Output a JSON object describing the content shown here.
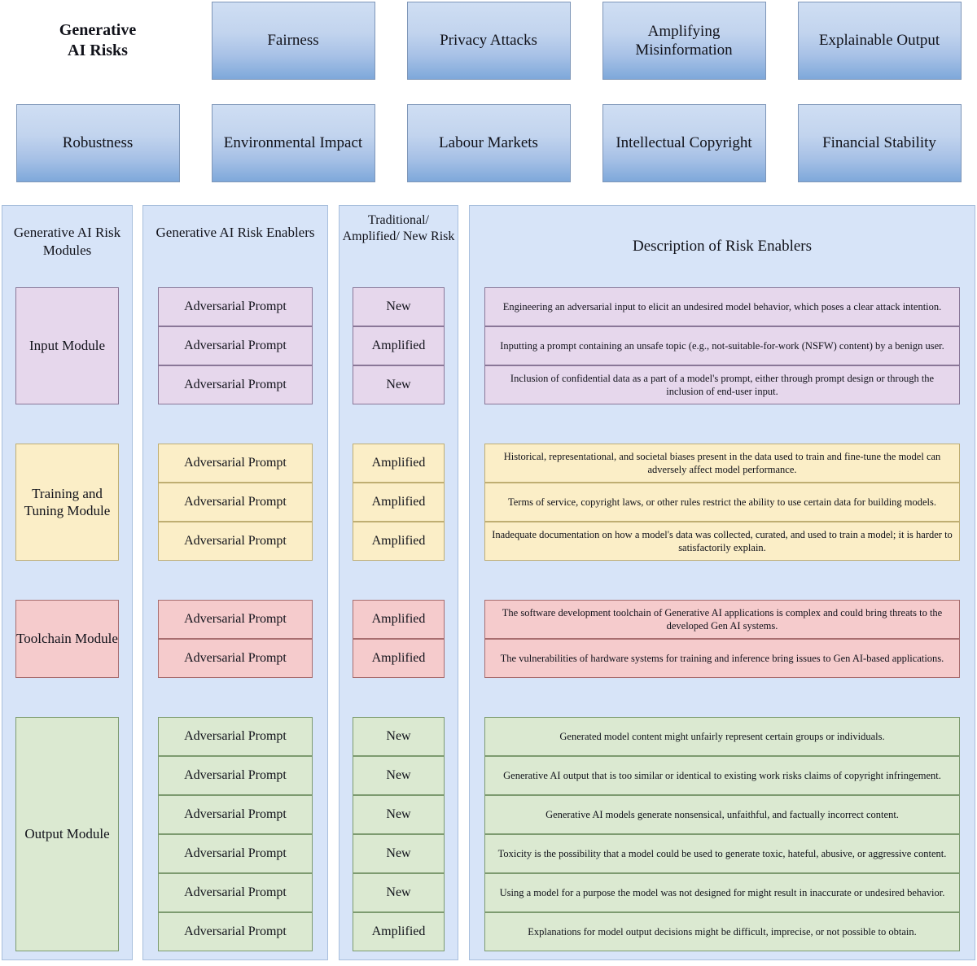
{
  "top": {
    "title": "Generative\nAI Risks",
    "title_lines": [
      "Generative",
      "AI Risks"
    ],
    "risks_row1": [
      "Fairness",
      "Privacy Attacks",
      "Amplifying Misinformation",
      "Explainable Output"
    ],
    "risks_row2": [
      "Robustness",
      "Environmental Impact",
      "Labour Markets",
      "Intellectual Copyright",
      "Financial Stability"
    ]
  },
  "matrix": {
    "headers": {
      "modules": "Generative AI Risk Modules",
      "enablers": "Generative AI Risk Enablers",
      "risk_type": "Traditional/ Amplified/ New Risk",
      "descriptions": "Description of Risk Enablers"
    },
    "groups": [
      {
        "module": "Input Module",
        "color_key": "input",
        "rows": [
          {
            "enabler": "Adversarial Prompt",
            "risk_type": "New",
            "description": "Engineering an adversarial input to elicit an undesired model behavior, which poses a clear attack intention."
          },
          {
            "enabler": "Adversarial Prompt",
            "risk_type": "Amplified",
            "description": "Inputting a prompt containing an unsafe topic (e.g., not-suitable-for-work (NSFW) content) by a benign user."
          },
          {
            "enabler": "Adversarial Prompt",
            "risk_type": "New",
            "description": "Inclusion of confidential data as a part of a model's prompt, either through prompt design or through the inclusion of end-user input."
          }
        ]
      },
      {
        "module": "Training and Tuning Module",
        "color_key": "train",
        "rows": [
          {
            "enabler": "Adversarial Prompt",
            "risk_type": "Amplified",
            "description": "Historical, representational, and societal biases present in the data used to train and fine-tune the model can adversely affect model performance."
          },
          {
            "enabler": "Adversarial Prompt",
            "risk_type": "Amplified",
            "description": "Terms of service, copyright laws, or other rules restrict the ability to use certain data for building models."
          },
          {
            "enabler": "Adversarial Prompt",
            "risk_type": "Amplified",
            "description": "Inadequate documentation on how a model's data was collected, curated, and used to train a model; it is harder to satisfactorily explain."
          }
        ]
      },
      {
        "module": "Toolchain Module",
        "color_key": "tool",
        "rows": [
          {
            "enabler": "Adversarial Prompt",
            "risk_type": "Amplified",
            "description": "The software development toolchain of Generative AI applications is complex and could bring threats to the developed Gen AI systems."
          },
          {
            "enabler": "Adversarial Prompt",
            "risk_type": "Amplified",
            "description": "The vulnerabilities of hardware systems for training and inference bring issues to Gen AI-based applications."
          }
        ]
      },
      {
        "module": "Output Module",
        "color_key": "output",
        "rows": [
          {
            "enabler": "Adversarial Prompt",
            "risk_type": "New",
            "description": "Generated model content might unfairly represent certain groups or individuals."
          },
          {
            "enabler": "Adversarial Prompt",
            "risk_type": "New",
            "description": "Generative AI output that is too similar or identical to existing work risks claims of copyright infringement."
          },
          {
            "enabler": "Adversarial Prompt",
            "risk_type": "New",
            "description": "Generative AI models generate nonsensical, unfaithful, and factually incorrect content."
          },
          {
            "enabler": "Adversarial Prompt",
            "risk_type": "New",
            "description": "Toxicity is the possibility that a model could be used to generate toxic, hateful, abusive, or aggressive content."
          },
          {
            "enabler": "Adversarial Prompt",
            "risk_type": "New",
            "description": "Using a model for a purpose the model was not designed for might result in inaccurate or undesired behavior."
          },
          {
            "enabler": "Adversarial Prompt",
            "risk_type": "Amplified",
            "description": "Explanations for model output decisions might be difficult, imprecise, or not possible to obtain."
          }
        ]
      }
    ]
  },
  "colors": {
    "panel_bg": "#d7e4f8",
    "panel_border": "#a8bfdd",
    "input_fill": "#e6d7ec",
    "input_border": "#8a7798",
    "train_fill": "#fbeec7",
    "train_border": "#bfae72",
    "tool_fill": "#f5cbcc",
    "tool_border": "#a86d6f",
    "output_fill": "#dbe9d1",
    "output_border": "#7d9b70",
    "risk_box_top": "#cfdef3",
    "risk_box_bottom": "#7ea8da",
    "risk_box_border": "#7e96b8"
  }
}
